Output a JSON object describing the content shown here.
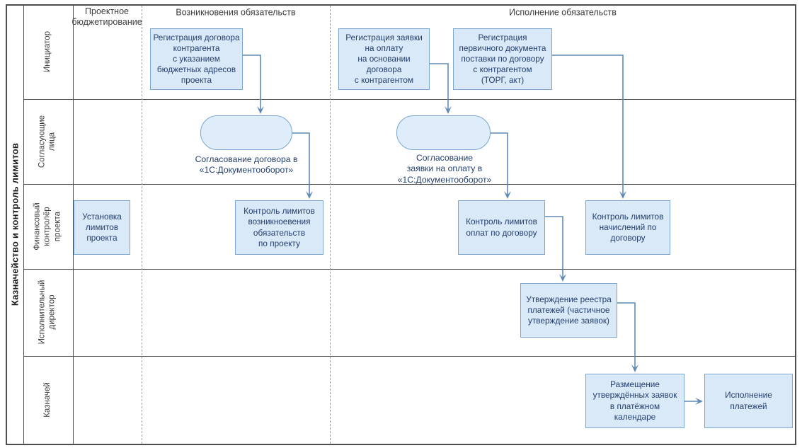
{
  "diagram": {
    "side_title": "Казначейство и контроль лимитов",
    "headers": {
      "project_budgeting": "Проектное\nбюджетирование",
      "obligations_origination": "Возникновения обязательств",
      "obligations_execution": "Исполнение обязательств"
    },
    "lanes": {
      "initiator": "Инициатор",
      "approvers": "Согласующие\nлица",
      "financial_controller": "Финансовый\nконтролёр\nпроекта",
      "executive_director": "Исполнительный\nдиректор",
      "treasurer": "Казначей"
    },
    "boxes": {
      "set_limits": "Установка\nлимитов\nпроекта",
      "register_contract": "Регистрация договора\nконтрагента\nс указанием\nбюджетных адресов\nпроекта",
      "register_payment_request": "Регистрация заявки\nна оплату\nна основании\nдоговора\nс контрагентом",
      "register_primary_doc": "Регистрация\nпервичного документа\nпоставки по договору\nс контрагентом\n(ТОРГ, акт)",
      "contract_approval_label": "Согласование договора в\n«1С:Документооборот»",
      "payment_request_approval_label": "Согласование\nзаявки на оплату в\n«1С:Документооборот»",
      "limits_control_obligations": "Контроль лимитов\nвозникноевения\nобязательств\nпо проекту",
      "limits_control_payments": "Контроль лимитов\nоплат по договору",
      "limits_control_accruals": "Контроль лимитов\nначислений по\nдоговору",
      "approve_registry": "Утверждение реестра\nплатежей (частичное\nутверждение заявок)",
      "place_requests": "Размещение\nутверждённых заявок\nв платёжном\nкалендаре",
      "execute_payments": "Исполнение\nплатежей"
    },
    "colors": {
      "box_fill": "#d9e9f8",
      "box_border": "#7aa6cf",
      "box_text": "#233e6e",
      "arrow": "#5e8ab8",
      "grid_line": "#4d4d4d",
      "dashed_line": "#9a9a9a"
    }
  }
}
